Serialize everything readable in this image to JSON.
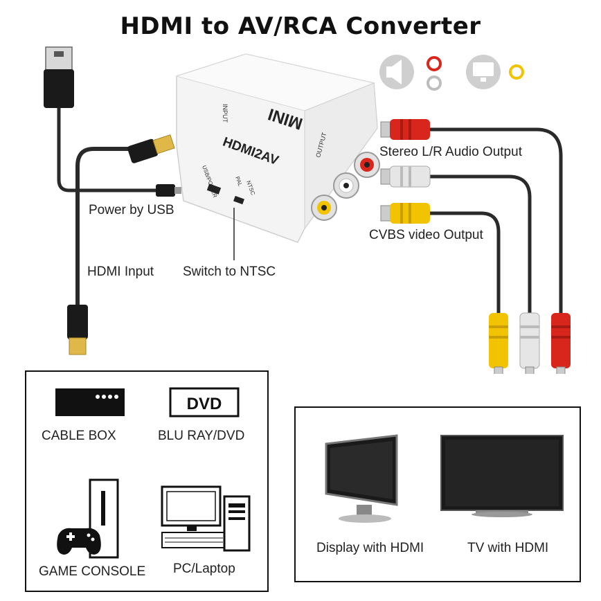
{
  "title": "HDMI to AV/RCA  Converter",
  "converter": {
    "brand": "MINI",
    "model": "HDMI2AV",
    "port_input": "INPUT",
    "port_output": "OUTPUT",
    "port_usb": "USB/POWER",
    "switch_pal": "PAL",
    "switch_ntsc": "NTSC"
  },
  "labels": {
    "stereo": "Stereo L/R Audio Output",
    "cvbs": "CVBS video Output",
    "power": "Power by USB",
    "hdmi_input": "HDMI Input",
    "switch": "Switch to NTSC"
  },
  "icons": [
    "speaker-icon",
    "audio-rca-icon",
    "monitor-icon",
    "video-rca-icon"
  ],
  "colors": {
    "red_rca": "#d9261c",
    "white_rca": "#e6e6e6",
    "yellow_rca": "#f2c300",
    "gold": "#e0b84a"
  },
  "sources": {
    "cable_box": "CABLE BOX",
    "dvd_icon_text": "DVD",
    "blu_ray": "BLU RAY/DVD",
    "game_console": "GAME CONSOLE",
    "pc": "PC/Laptop"
  },
  "displays": {
    "display_hdmi": "Display with HDMI",
    "tv_hdmi": "TV with HDMI"
  }
}
